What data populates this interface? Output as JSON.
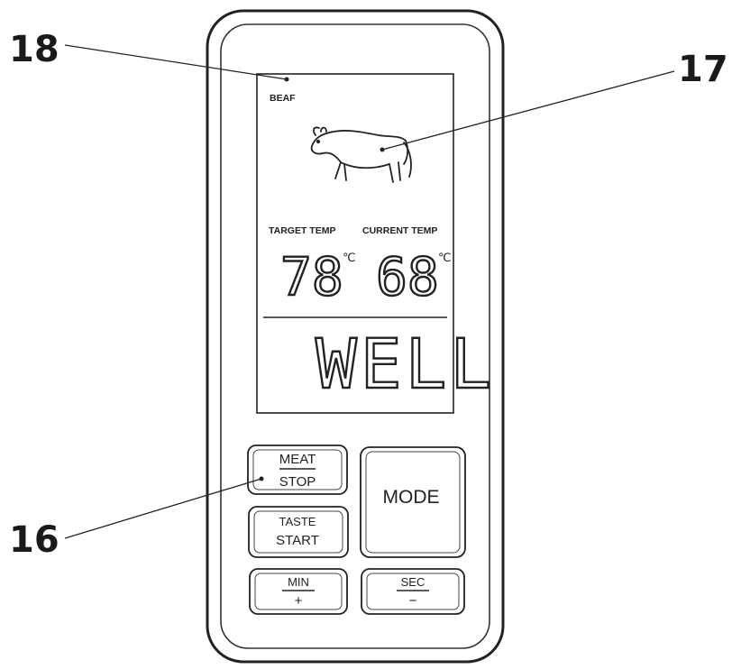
{
  "callouts": {
    "c18": "18",
    "c17": "17",
    "c16": "16"
  },
  "lcd": {
    "meat_type": "BEAF",
    "meat_icon": "cow-icon",
    "target_label": "TARGET TEMP",
    "current_label": "CURRENT TEMP",
    "target_value": "78",
    "current_value": "68",
    "unit": "℃",
    "doneness": "WELL"
  },
  "buttons": {
    "meat_top": "MEAT",
    "meat_bottom": "STOP",
    "taste_top": "TASTE",
    "taste_bottom": "START",
    "mode": "MODE",
    "min_top": "MIN",
    "min_bottom": "+",
    "sec_top": "SEC",
    "sec_bottom": "−"
  }
}
